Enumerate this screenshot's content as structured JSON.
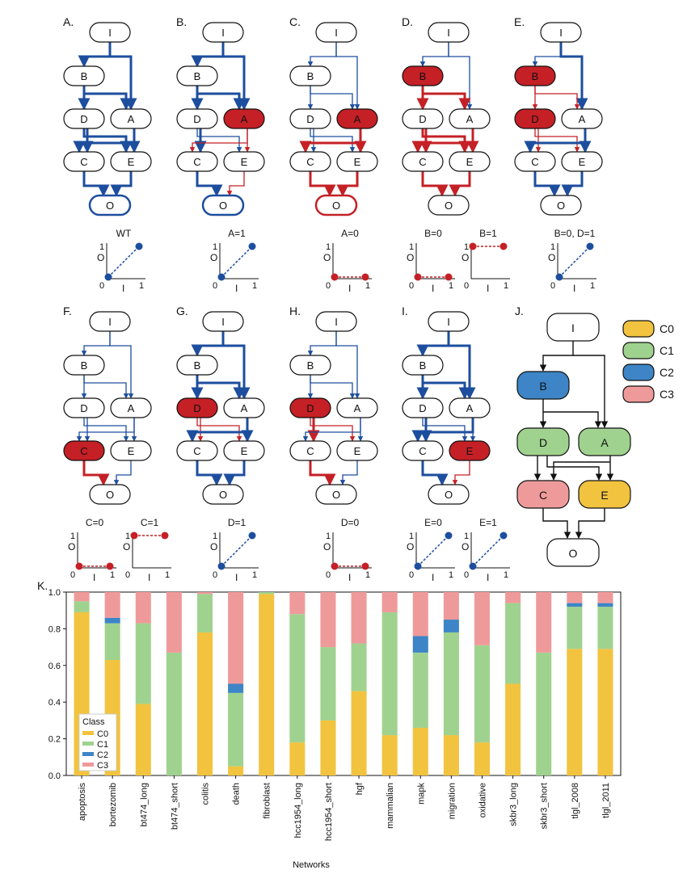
{
  "colors": {
    "on": "#1d4e9e",
    "off": "#c42026",
    "node_off_fill": "#c42026",
    "c0": "#f2c33f",
    "c1": "#9fd28f",
    "c2": "#3d85c6",
    "c3": "#ef9a9a"
  },
  "network_panels": [
    {
      "letter": "A.",
      "labels": [
        "WT"
      ],
      "fixed": {},
      "node_colors": {
        "I": "on",
        "B": "on",
        "D": "on",
        "A": "on",
        "C": "on",
        "E": "on",
        "O": "on"
      },
      "edges": {
        "I-B": [
          "on",
          "thick"
        ],
        "I-A": [
          "on",
          "thick"
        ],
        "B-D": [
          "on",
          "thick"
        ],
        "B-A": [
          "on",
          "thick"
        ],
        "D-C": [
          "on",
          "thick"
        ],
        "D-E": [
          "on",
          "thick"
        ],
        "A-C": [
          "on",
          "thick"
        ],
        "A-E": [
          "on",
          "thick"
        ],
        "C-O": [
          "on",
          "thick"
        ],
        "E-O": [
          "on",
          "thick"
        ]
      },
      "o_highlight": "on",
      "plots": [
        {
          "title": "WT",
          "type": "diag"
        }
      ]
    },
    {
      "letter": "B.",
      "labels": [
        "A=1"
      ],
      "fixed": {
        "A": "off_fill"
      },
      "edges": {
        "I-B": [
          "on",
          "thick"
        ],
        "I-A": [
          "on",
          "thick"
        ],
        "B-D": [
          "on",
          "thick"
        ],
        "B-A": [
          "on",
          "thick"
        ],
        "D-C": [
          "on",
          "thick"
        ],
        "D-E": [
          "on",
          "thin"
        ],
        "A-C": [
          "off",
          "thin"
        ],
        "A-E": [
          "off",
          "thin"
        ],
        "C-O": [
          "on",
          "thick"
        ],
        "E-O": [
          "off",
          "thin"
        ]
      },
      "o_highlight": "on",
      "plots": [
        {
          "title": "A=1",
          "type": "diag"
        }
      ]
    },
    {
      "letter": "C.",
      "labels": [
        "A=0"
      ],
      "fixed": {
        "A": "off_fill"
      },
      "edges": {
        "I-B": [
          "on",
          "thin"
        ],
        "I-A": [
          "on",
          "thin"
        ],
        "B-D": [
          "on",
          "thin"
        ],
        "B-A": [
          "on",
          "thin"
        ],
        "D-C": [
          "on",
          "thin"
        ],
        "D-E": [
          "on",
          "thin"
        ],
        "A-C": [
          "off",
          "thick"
        ],
        "A-E": [
          "off",
          "thick"
        ],
        "C-O": [
          "off",
          "thick"
        ],
        "E-O": [
          "off",
          "thick"
        ]
      },
      "o_highlight": "off",
      "plots": [
        {
          "title": "A=0",
          "type": "low"
        }
      ]
    },
    {
      "letter": "D.",
      "labels": [
        "B=0",
        "B=1"
      ],
      "fixed": {
        "B": "off_fill"
      },
      "edges": {
        "I-B": [
          "on",
          "thin"
        ],
        "I-A": [
          "on",
          "thin"
        ],
        "B-D": [
          "off",
          "thick"
        ],
        "B-A": [
          "off",
          "thick"
        ],
        "D-C": [
          "off",
          "thick"
        ],
        "D-E": [
          "off",
          "thick"
        ],
        "A-C": [
          "off",
          "thick"
        ],
        "A-E": [
          "off",
          "thick"
        ],
        "C-O": [
          "off",
          "thick"
        ],
        "E-O": [
          "off",
          "thick"
        ]
      },
      "o_highlight": "",
      "plots": [
        {
          "title": "B=0",
          "type": "low"
        },
        {
          "title": "B=1",
          "type": "high"
        }
      ]
    },
    {
      "letter": "E.",
      "labels": [
        "B=0, D=1"
      ],
      "fixed": {
        "B": "off_fill",
        "D": "off_fill"
      },
      "edges": {
        "I-B": [
          "on",
          "thin"
        ],
        "I-A": [
          "on",
          "thick"
        ],
        "B-D": [
          "off",
          "thin"
        ],
        "B-A": [
          "off",
          "thin"
        ],
        "D-C": [
          "off",
          "thin"
        ],
        "D-E": [
          "off",
          "thin"
        ],
        "A-C": [
          "on",
          "thick"
        ],
        "A-E": [
          "on",
          "thick"
        ],
        "C-O": [
          "on",
          "thick"
        ],
        "E-O": [
          "on",
          "thick"
        ]
      },
      "o_highlight": "",
      "plots": [
        {
          "title": "B=0, D=1",
          "type": "diag"
        }
      ]
    },
    {
      "letter": "F.",
      "labels": [
        "C=0",
        "C=1"
      ],
      "fixed": {
        "C": "off_fill"
      },
      "edges": {
        "I-B": [
          "on",
          "thin"
        ],
        "I-A": [
          "on",
          "thin"
        ],
        "B-D": [
          "on",
          "thin"
        ],
        "B-A": [
          "on",
          "thin"
        ],
        "D-C": [
          "on",
          "thin"
        ],
        "D-E": [
          "on",
          "thin"
        ],
        "A-C": [
          "on",
          "thin"
        ],
        "A-E": [
          "on",
          "thin"
        ],
        "C-O": [
          "off",
          "thick"
        ],
        "E-O": [
          "on",
          "thin"
        ]
      },
      "o_highlight": "",
      "plots": [
        {
          "title": "C=0",
          "type": "low"
        },
        {
          "title": "C=1",
          "type": "high"
        }
      ]
    },
    {
      "letter": "G.",
      "labels": [
        "D=1"
      ],
      "fixed": {
        "D": "off_fill"
      },
      "edges": {
        "I-B": [
          "on",
          "thick"
        ],
        "I-A": [
          "on",
          "thick"
        ],
        "B-D": [
          "on",
          "thick"
        ],
        "B-A": [
          "on",
          "thick"
        ],
        "D-C": [
          "off",
          "thin"
        ],
        "D-E": [
          "off",
          "thin"
        ],
        "A-C": [
          "on",
          "thick"
        ],
        "A-E": [
          "on",
          "thick"
        ],
        "C-O": [
          "on",
          "thick"
        ],
        "E-O": [
          "on",
          "thick"
        ]
      },
      "o_highlight": "",
      "plots": [
        {
          "title": "D=1",
          "type": "diag"
        }
      ]
    },
    {
      "letter": "H.",
      "labels": [
        "D=0"
      ],
      "fixed": {
        "D": "off_fill"
      },
      "edges": {
        "I-B": [
          "on",
          "thin"
        ],
        "I-A": [
          "on",
          "thin"
        ],
        "B-D": [
          "on",
          "thin"
        ],
        "B-A": [
          "on",
          "thin"
        ],
        "D-C": [
          "off",
          "thick"
        ],
        "D-E": [
          "off",
          "thin"
        ],
        "A-C": [
          "on",
          "thin"
        ],
        "A-E": [
          "on",
          "thin"
        ],
        "C-O": [
          "off",
          "thick"
        ],
        "E-O": [
          "on",
          "thin"
        ]
      },
      "o_highlight": "",
      "plots": [
        {
          "title": "D=0",
          "type": "low"
        }
      ]
    },
    {
      "letter": "I.",
      "labels": [
        "E=0",
        "E=1"
      ],
      "fixed": {
        "E": "off_fill"
      },
      "edges": {
        "I-B": [
          "on",
          "thick"
        ],
        "I-A": [
          "on",
          "thick"
        ],
        "B-D": [
          "on",
          "thick"
        ],
        "B-A": [
          "on",
          "thick"
        ],
        "D-C": [
          "on",
          "thick"
        ],
        "D-E": [
          "on",
          "thin"
        ],
        "A-C": [
          "on",
          "thick"
        ],
        "A-E": [
          "on",
          "thin"
        ],
        "C-O": [
          "on",
          "thick"
        ],
        "E-O": [
          "off",
          "thin"
        ]
      },
      "o_highlight": "",
      "plots": [
        {
          "title": "E=0",
          "type": "diag"
        },
        {
          "title": "E=1",
          "type": "diag"
        }
      ]
    }
  ],
  "mini_plot_text": {
    "x_name": "I",
    "y_name": "O",
    "zero": "0",
    "one": "1"
  },
  "panel_j": {
    "letter": "J.",
    "nodes": {
      "I": "none",
      "B": "c2",
      "D": "c1",
      "A": "c1",
      "C": "c3",
      "E": "c0",
      "O": "none"
    },
    "legend": [
      {
        "key": "c0",
        "label": "C0"
      },
      {
        "key": "c1",
        "label": "C1"
      },
      {
        "key": "c2",
        "label": "C2"
      },
      {
        "key": "c3",
        "label": "C3"
      }
    ]
  },
  "node_names": [
    "I",
    "B",
    "D",
    "A",
    "C",
    "E",
    "O"
  ],
  "chart_data": {
    "type": "bar",
    "stacked": true,
    "panel_letter": "K.",
    "xlabel": "Networks",
    "ylabel": "",
    "ylim": [
      0,
      1.0
    ],
    "yticks": [
      "0.0",
      "0.2",
      "0.4",
      "0.6",
      "0.8",
      "1.0"
    ],
    "legend_title": "Class",
    "legend_placement": "bottom-left",
    "categories": [
      "apoptosis",
      "bortezomib",
      "bt474_long",
      "bt474_short",
      "colitis",
      "death",
      "fibroblast",
      "hcc1954_long",
      "hcc1954_short",
      "hgf",
      "mammalian",
      "mapk",
      "migration",
      "oxidative",
      "skbr3_long",
      "skbr3_short",
      "tlgl_2008",
      "tlgl_2011"
    ],
    "series": [
      {
        "name": "C0",
        "color": "#f2c33f",
        "values": [
          0.89,
          0.63,
          0.39,
          0.0,
          0.78,
          0.05,
          0.99,
          0.18,
          0.3,
          0.46,
          0.22,
          0.26,
          0.22,
          0.18,
          0.5,
          0.0,
          0.69,
          0.69
        ]
      },
      {
        "name": "C1",
        "color": "#9fd28f",
        "values": [
          0.06,
          0.2,
          0.44,
          0.67,
          0.21,
          0.4,
          0.01,
          0.7,
          0.4,
          0.26,
          0.67,
          0.41,
          0.56,
          0.53,
          0.44,
          0.67,
          0.23,
          0.23
        ]
      },
      {
        "name": "C2",
        "color": "#3d85c6",
        "values": [
          0.0,
          0.03,
          0.0,
          0.0,
          0.0,
          0.05,
          0.0,
          0.0,
          0.0,
          0.0,
          0.0,
          0.09,
          0.07,
          0.0,
          0.0,
          0.0,
          0.02,
          0.02
        ]
      },
      {
        "name": "C3",
        "color": "#ef9a9a",
        "values": [
          0.05,
          0.14,
          0.17,
          0.33,
          0.01,
          0.5,
          0.0,
          0.12,
          0.3,
          0.28,
          0.11,
          0.24,
          0.15,
          0.29,
          0.06,
          0.33,
          0.06,
          0.06
        ]
      }
    ]
  }
}
